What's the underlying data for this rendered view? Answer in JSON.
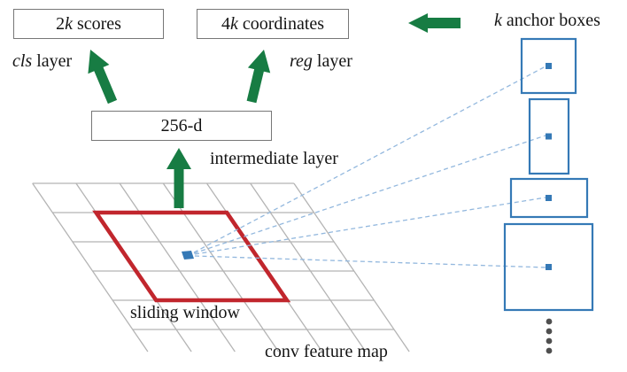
{
  "colors": {
    "green": "#177c43",
    "red": "#c1262d",
    "blue": "#3579b6",
    "blue_light": "#93b8de",
    "grid": "#b4b4b4",
    "border": "#777777",
    "dots": "#4f4f4f",
    "text": "#141414"
  },
  "labels": {
    "scores": {
      "pre": "2",
      "k": "k",
      "post": " scores"
    },
    "coordinates": {
      "pre": "4",
      "k": "k",
      "post": " coordinates"
    },
    "cls_layer": {
      "it": "cls",
      "rest": " layer"
    },
    "reg_layer": {
      "it": "reg",
      "rest": " layer"
    },
    "dim": "256-d",
    "intermediate": "intermediate layer",
    "anchor": {
      "it": "k",
      "rest": " anchor boxes"
    },
    "sliding": "sliding window",
    "conv": "conv feature map"
  },
  "diagram": {
    "anchor_box_count": 4,
    "grid": {
      "rows": 5,
      "cols": 6
    },
    "ellipsis_dot_count": 4
  }
}
